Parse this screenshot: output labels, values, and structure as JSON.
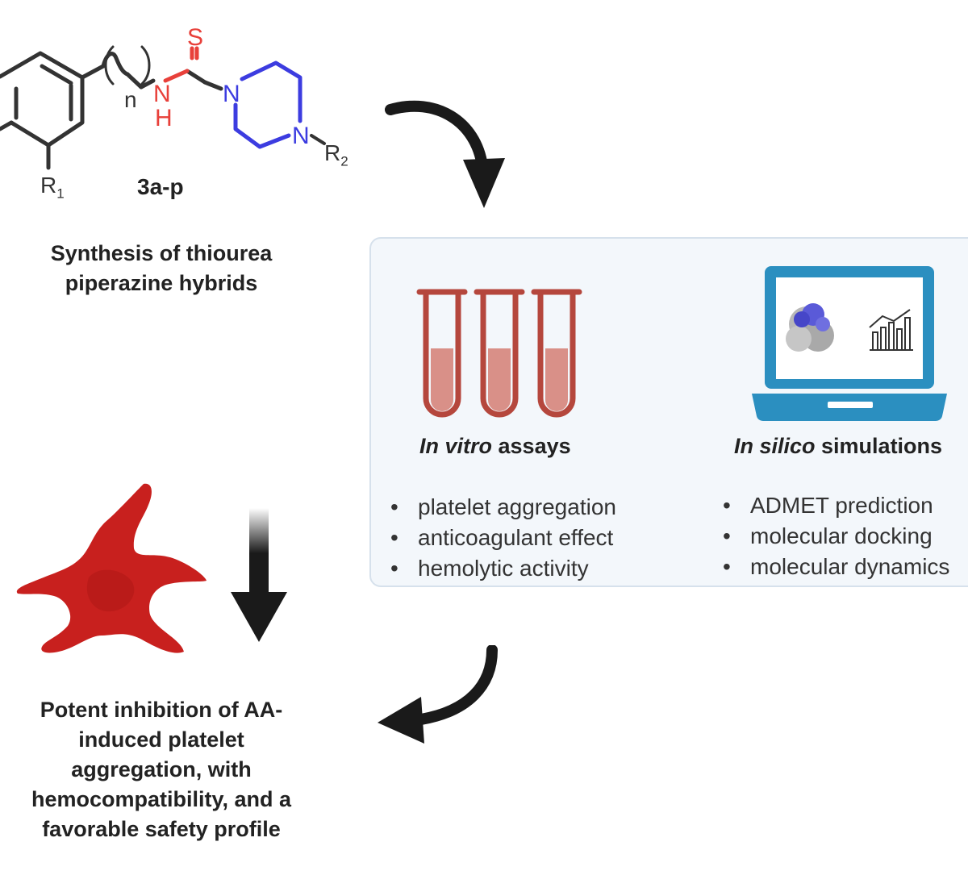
{
  "structure": {
    "label_S": "S",
    "label_n": "n",
    "label_N_amide": "N",
    "label_H": "H",
    "label_N1": "N",
    "label_N4": "N",
    "label_R1": "R",
    "label_R1_sub": "1",
    "label_R2": "R",
    "label_R2_sub": "2",
    "compound_code": "3a-p",
    "colors": {
      "thio": "#e8403a",
      "piperazine": "#3c3ce0",
      "bond": "#333333"
    }
  },
  "synthesis": {
    "line1": "Synthesis of thiourea",
    "line2": "piperazine hybrids"
  },
  "panel": {
    "left": {
      "heading_italic": "In vitro",
      "heading_rest": " assays",
      "items": [
        "platelet aggregation",
        "anticoagulant effect",
        "hemolytic activity"
      ],
      "icon": "test-tubes-icon"
    },
    "right": {
      "heading_italic": "In silico",
      "heading_rest": " simulations",
      "items": [
        "ADMET prediction",
        "molecular docking",
        "molecular dynamics"
      ],
      "icon": "laptop-icon"
    },
    "colors": {
      "tube": "#b5473d",
      "fill": "#d99088",
      "laptop": "#2b8fc0",
      "panel_bg": "#f3f7fb"
    }
  },
  "result": {
    "lines": [
      "Potent inhibition of AA-",
      "induced platelet",
      "aggregation, with",
      "hemocompatibility, and a",
      "favorable safety profile"
    ],
    "platelet_color": "#c8201e"
  }
}
